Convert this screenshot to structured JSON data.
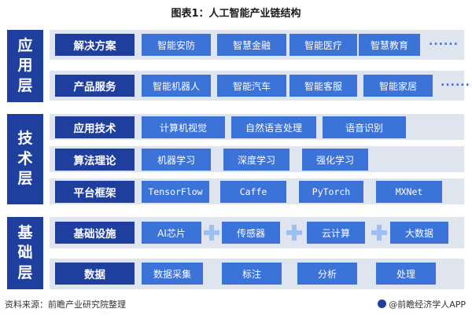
{
  "title": "图表1：人工智能产业链结构",
  "layers": [
    {
      "name": "应用层"
    },
    {
      "name": "技术层"
    },
    {
      "name": "基础层"
    }
  ],
  "rows": {
    "solutions": {
      "label": "解决方案",
      "items": [
        "智能安防",
        "智慧金融",
        "智能医疗",
        "智慧教育"
      ],
      "more": "......"
    },
    "products": {
      "label": "产品服务",
      "items": [
        "智能机器人",
        "智能汽车",
        "智能客服",
        "智能家居"
      ],
      "more": "......"
    },
    "apptech": {
      "label": "应用技术",
      "items": [
        "计算机视觉",
        "自然语言处理",
        "语音识别"
      ]
    },
    "algo": {
      "label": "算法理论",
      "items": [
        "机器学习",
        "深度学习",
        "强化学习"
      ]
    },
    "platform": {
      "label": "平台框架",
      "items": [
        "TensorFlow",
        "Caffe",
        "PyTorch",
        "MXNet"
      ]
    },
    "infra": {
      "label": "基础设施",
      "items": [
        "AI芯片",
        "传感器",
        "云计算",
        "大数据"
      ]
    },
    "data": {
      "label": "数据",
      "items": [
        "数据采集",
        "标注",
        "分析",
        "处理"
      ]
    }
  },
  "footer": {
    "source": "资料来源：前瞻产业研究院整理",
    "brand": "@前瞻经济学人APP"
  },
  "colors": {
    "dark_blue": "#1f3f9e",
    "item_blue": "#3b73d8",
    "band_gray": "#dfe5ee",
    "plus_light": "#9cbff2"
  }
}
